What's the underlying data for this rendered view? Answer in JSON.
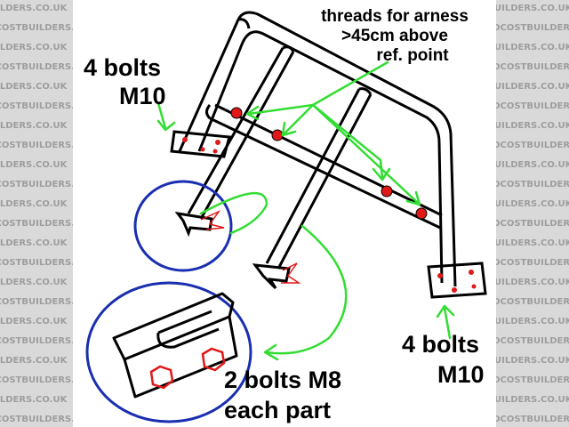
{
  "watermark": {
    "text": "LOCOSTBUILDERS.CO.UK"
  },
  "labels": {
    "threads_line1": "threads for arness",
    "threads_line2": ">45cm above",
    "threads_line3": "ref. point",
    "left_bolts_line1": "4 bolts",
    "left_bolts_line2": "M10",
    "right_bolts_line1": "4 bolts",
    "right_bolts_line2": "M10",
    "m8_line1": "2 bolts M8",
    "m8_line2": "each part"
  },
  "colors": {
    "ink": "#000000",
    "arrow": "#33dd33",
    "circle": "#1a2fb0",
    "bolt": "#e01818",
    "background": "#ffffff",
    "watermark_bg": "#d9d9d9",
    "watermark_text": "#9e9e9e"
  }
}
